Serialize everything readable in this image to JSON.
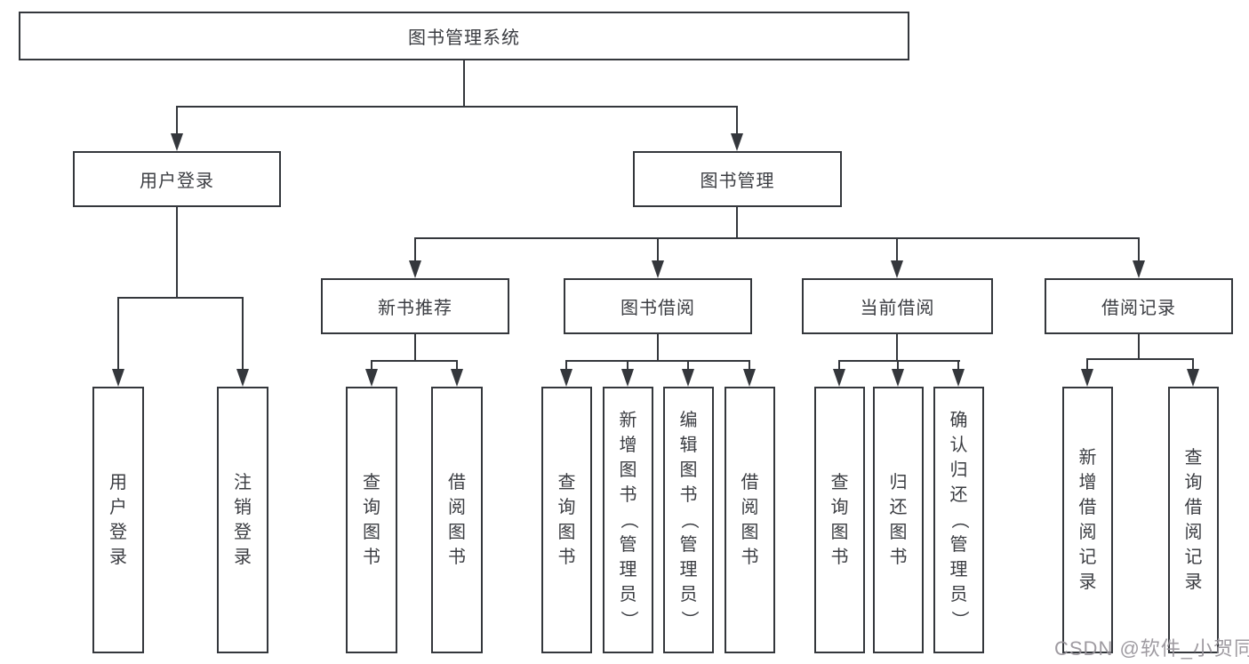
{
  "diagram": {
    "type": "hierarchy-tree",
    "tree": {
      "label": "图书管理系统",
      "children": [
        {
          "label": "用户登录",
          "children": [
            {
              "label": "用户登录"
            },
            {
              "label": "注销登录"
            }
          ]
        },
        {
          "label": "图书管理",
          "children": [
            {
              "label": "新书推荐",
              "children": [
                {
                  "label": "查询图书"
                },
                {
                  "label": "借阅图书"
                }
              ]
            },
            {
              "label": "图书借阅",
              "children": [
                {
                  "label": "查询图书"
                },
                {
                  "label": "新增图书（管理员）"
                },
                {
                  "label": "编辑图书（管理员）"
                },
                {
                  "label": "借阅图书"
                }
              ]
            },
            {
              "label": "当前借阅",
              "children": [
                {
                  "label": "查询图书"
                },
                {
                  "label": "归还图书"
                },
                {
                  "label": "确认归还（管理员）"
                }
              ]
            },
            {
              "label": "借阅记录",
              "children": [
                {
                  "label": "新增借阅记录"
                },
                {
                  "label": "查询借阅记录"
                }
              ]
            }
          ]
        }
      ]
    },
    "colors": {
      "line": "#34373c",
      "text": "#3b3d42",
      "background": "#ffffff",
      "watermark": "#97939a"
    }
  },
  "watermark": {
    "text": "CSDN @软件_小贺同学"
  }
}
